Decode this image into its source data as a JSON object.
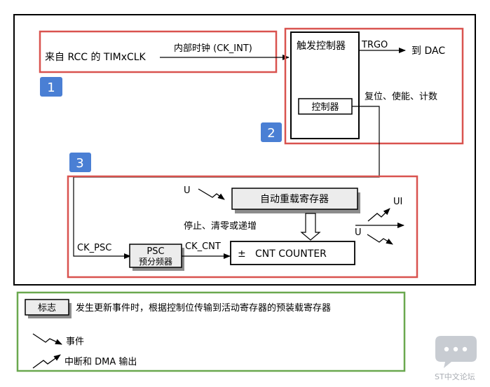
{
  "colors": {
    "red_frame": "#d9534f",
    "green_frame": "#6aa84f",
    "badge_blue": "#4a7fd4",
    "box_shadow": "#8c8c8c",
    "watermark": "#c8ccd2"
  },
  "section1": {
    "badge": "1",
    "source_label": "来自 RCC 的 TIMxCLK",
    "internal_clock_label": "内部时钟 (CK_INT)"
  },
  "section2": {
    "badge": "2",
    "trigger_controller": "触发控制器",
    "controller": "控制器",
    "trgo_label": "TRGO",
    "dac_label": "到 DAC",
    "control_label": "复位、使能、计数"
  },
  "section3": {
    "badge": "3",
    "u_event_label": "U",
    "auto_reload": "自动重载寄存器",
    "ui_label": "UI",
    "stop_clear_label": "停止、清零或递增",
    "u_output_label": "U",
    "ck_psc_label": "CK_PSC",
    "psc_title": "PSC",
    "psc_subtitle": "预分频器",
    "ck_cnt_label": "CK_CNT",
    "counter_sign": "±",
    "counter_label": "CNT COUNTER"
  },
  "legend": {
    "flag_label": "标志",
    "flag_desc": "发生更新事件时，根据控制位传输到活动寄存器的预装载寄存器",
    "event_label": "事件",
    "interrupt_label": "中断和 DMA 输出"
  },
  "watermark": {
    "text": "ST中文论坛"
  }
}
